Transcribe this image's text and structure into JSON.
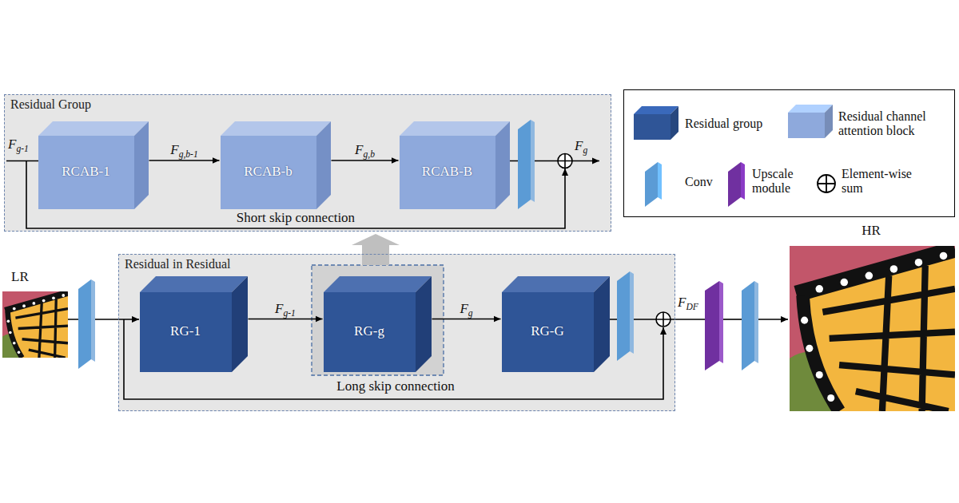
{
  "diagram": {
    "nodes": [
      {
        "text": [
          "Residual Group"
        ]
      },
      {
        "text": [
          "RCAB-1"
        ],
        "in": 0
      },
      {
        "text": [
          "RCAB-b"
        ],
        "in": 0
      },
      {
        "text": [
          "RCAB-B"
        ],
        "in": 0
      },
      {
        "text": [
          "Residual in Residual"
        ]
      },
      {
        "text": [
          "RG-1"
        ],
        "in": 4
      },
      {
        "text": [
          "RG-g"
        ],
        "in": 4
      },
      {
        "text": [
          "RG-G"
        ],
        "in": 4
      }
    ],
    "edges": [
      {
        "from": 1,
        "to": 2,
        "arrow": "to",
        "label": "Fg,b-1"
      },
      {
        "from": 2,
        "to": 3,
        "arrow": "to",
        "label": "Fg,b"
      },
      {
        "from": 5,
        "to": 6,
        "arrow": "to",
        "label": "Fg-1"
      },
      {
        "from": 6,
        "to": 7,
        "arrow": "to",
        "label": "Fg"
      }
    ],
    "labels": [
      "Fg-1",
      "Fg",
      "Short skip connection",
      "LR",
      "Long skip connection",
      "FDF",
      "HR"
    ],
    "legend": [
      {
        "text": "Residual group",
        "color": "#2f5597"
      },
      {
        "text": "Residual channel attention block",
        "color": "#8ea9dc"
      },
      {
        "text": "Conv",
        "color": "#5b9bd5"
      },
      {
        "text": "Upscale module",
        "color": "#7030a0"
      },
      {
        "text": "Element-wise sum"
      }
    ]
  }
}
